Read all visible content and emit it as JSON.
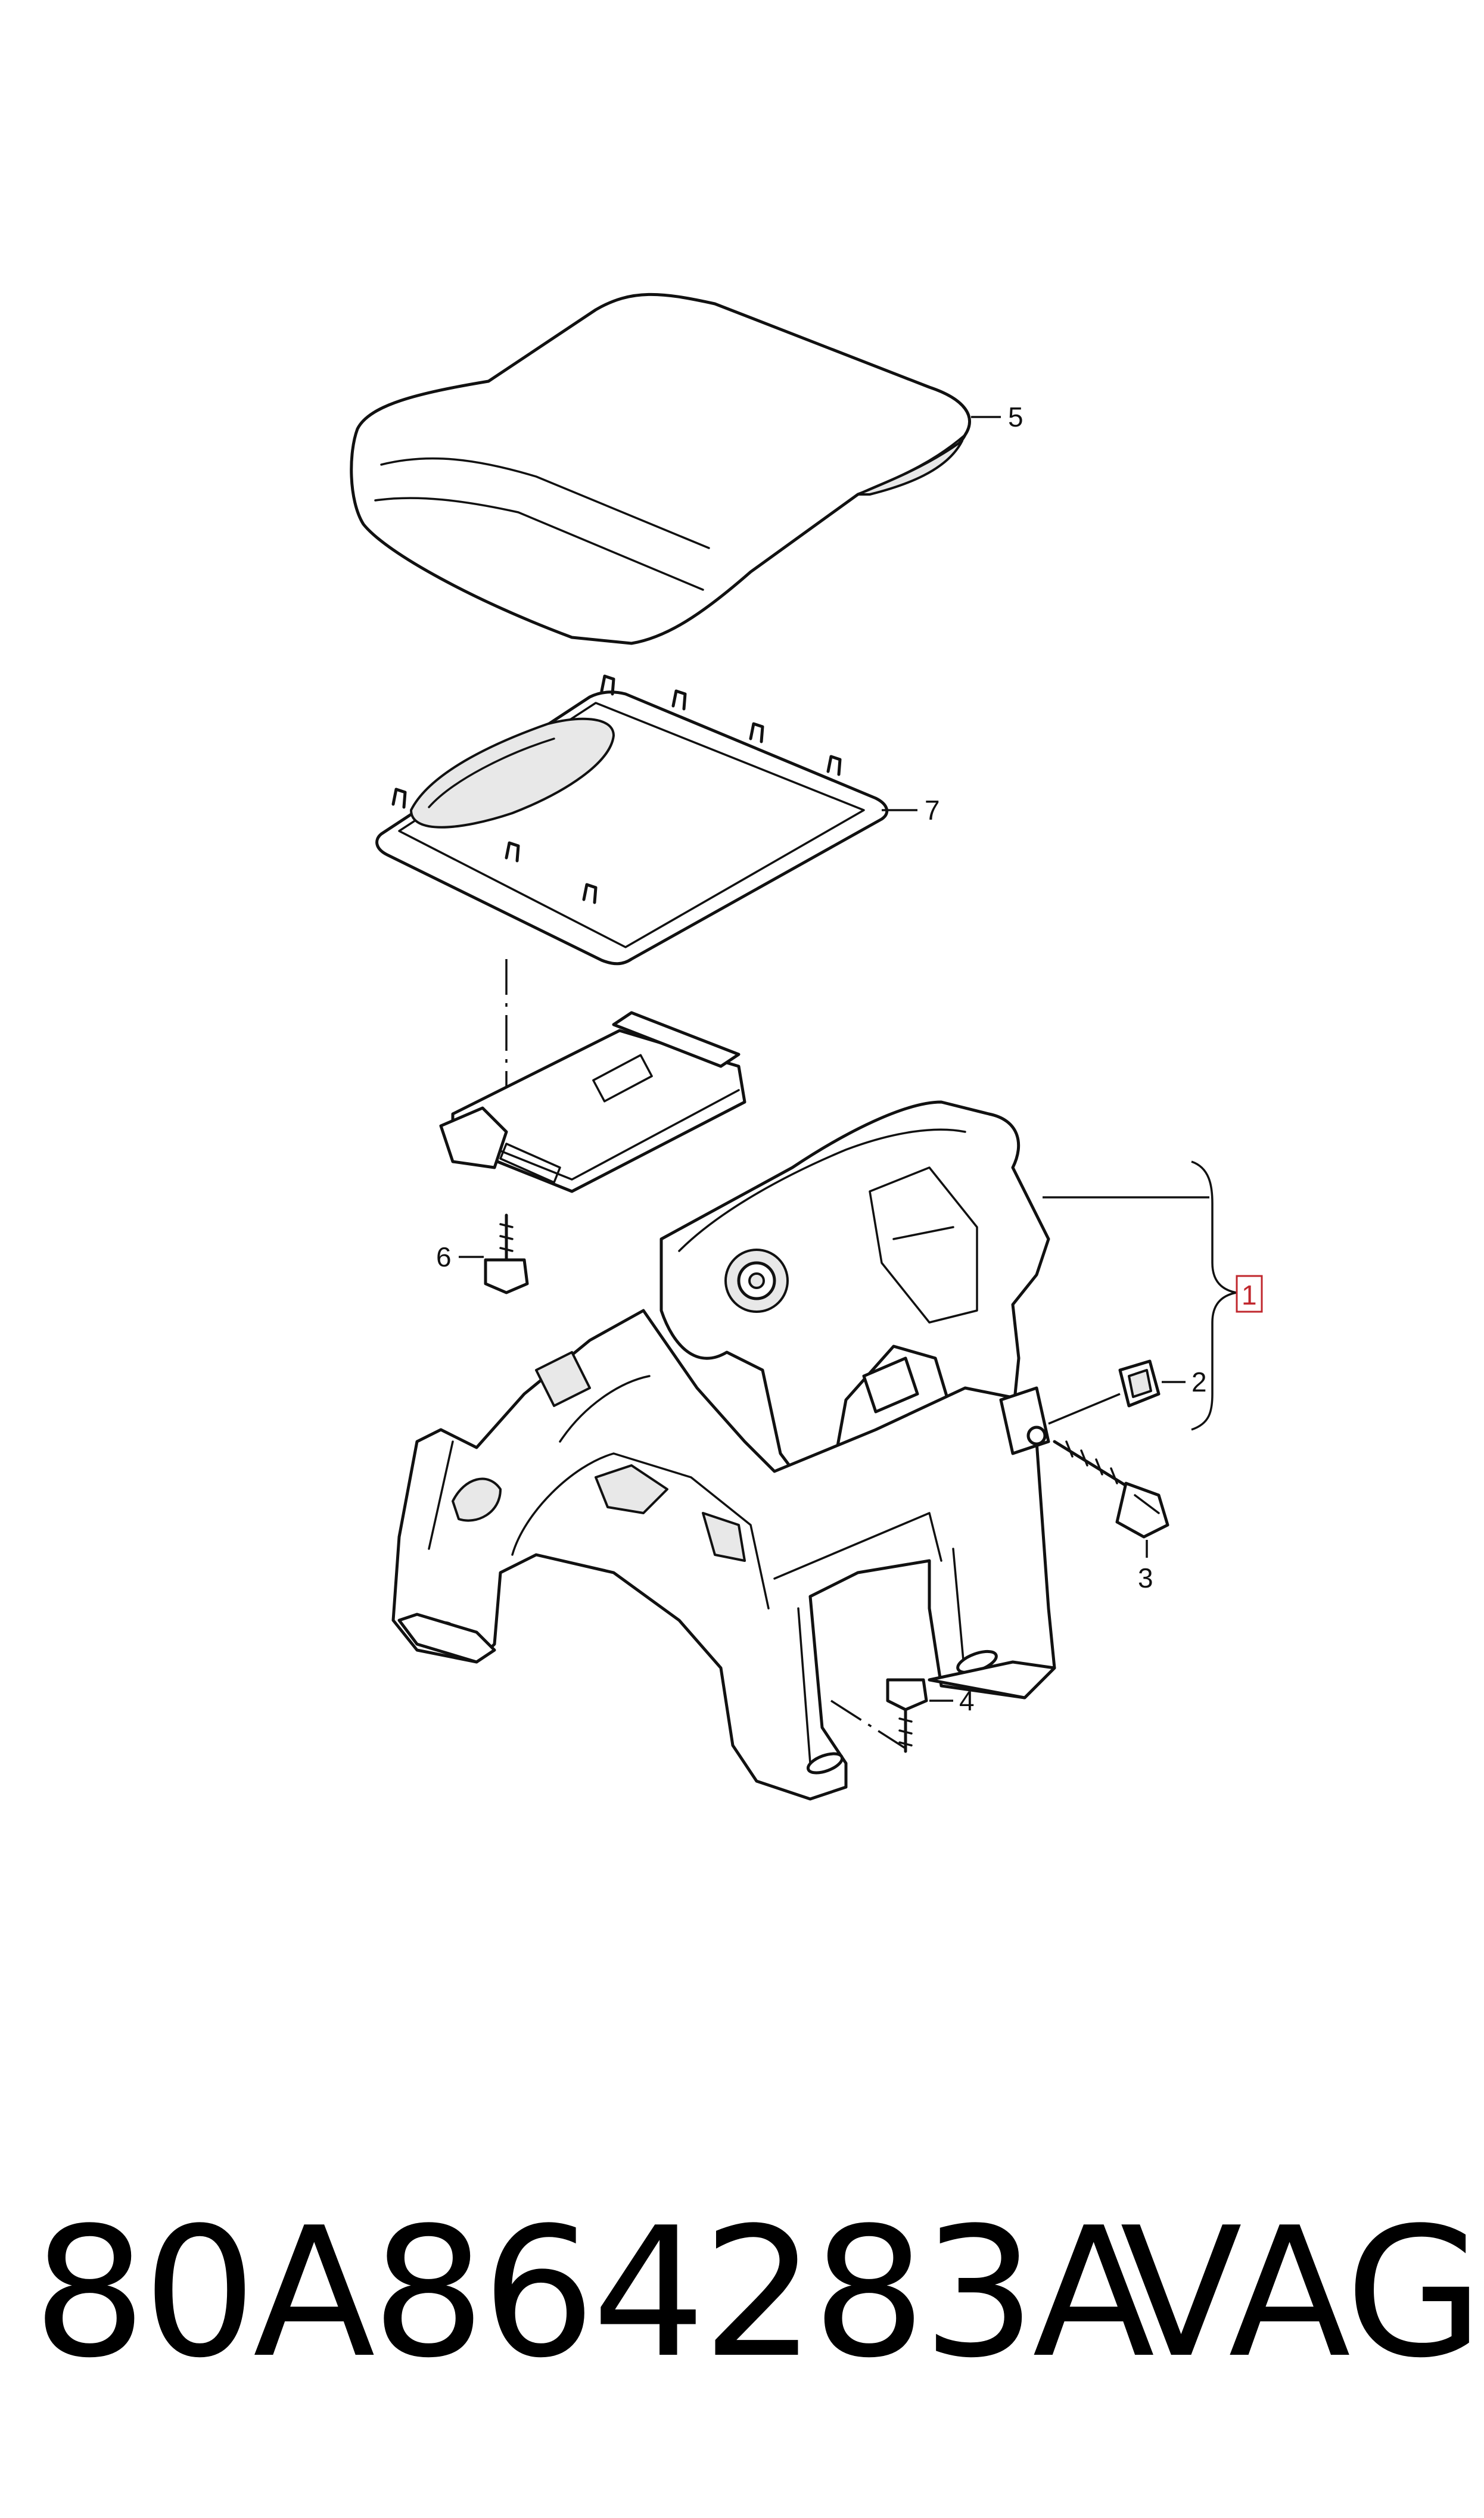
{
  "callouts": {
    "c1": "1",
    "c2": "2",
    "c3": "3",
    "c4": "4",
    "c5": "5",
    "c6": "6",
    "c7": "7"
  },
  "footer": {
    "part_number": "80A864283A",
    "brand": "VAG"
  },
  "colors": {
    "line": "#111111",
    "highlight_box": "#c0272d",
    "background": "#ffffff"
  }
}
